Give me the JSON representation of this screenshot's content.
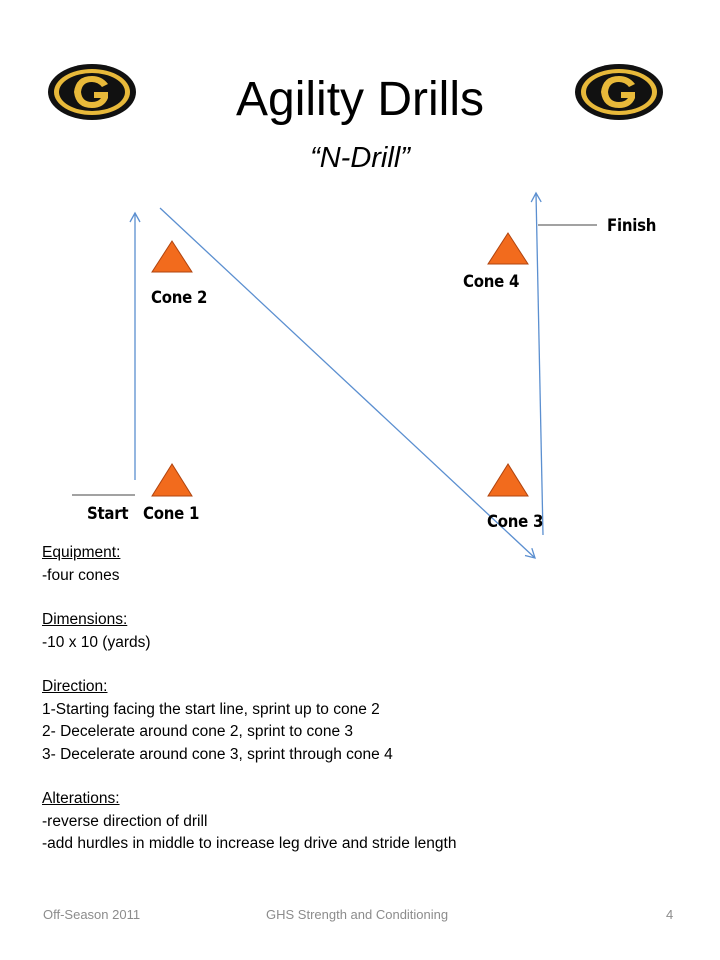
{
  "title": "Agility Drills",
  "subtitle": "“N-Drill”",
  "logo": {
    "letter": "G",
    "icon": "g-logo-icon",
    "colors": {
      "ring": "#000000",
      "fill": "#e8b93a"
    }
  },
  "diagram": {
    "cone_color": "#f26b1d",
    "arrow_color": "#5b8fd0",
    "labels": {
      "start": "Start",
      "cone1": "Cone 1",
      "cone2": "Cone 2",
      "cone3": "Cone 3",
      "cone4": "Cone 4",
      "finish": "Finish"
    }
  },
  "content": {
    "equipment": {
      "heading": "Equipment:",
      "lines": [
        "-four cones"
      ]
    },
    "dimensions": {
      "heading": "Dimensions:",
      "lines": [
        "-10 x 10 (yards)"
      ]
    },
    "direction": {
      "heading": "Direction:",
      "lines": [
        "1-Starting facing the start line, sprint up to cone 2",
        "2- Decelerate around cone 2, sprint to cone 3",
        "3- Decelerate around cone 3, sprint through cone 4"
      ]
    },
    "alterations": {
      "heading": "Alterations:",
      "lines": [
        "-reverse direction of drill",
        "-add hurdles in middle to increase leg drive and stride length"
      ]
    }
  },
  "footer": {
    "left": "Off-Season 2011",
    "center": "GHS Strength and Conditioning",
    "page": "4"
  }
}
